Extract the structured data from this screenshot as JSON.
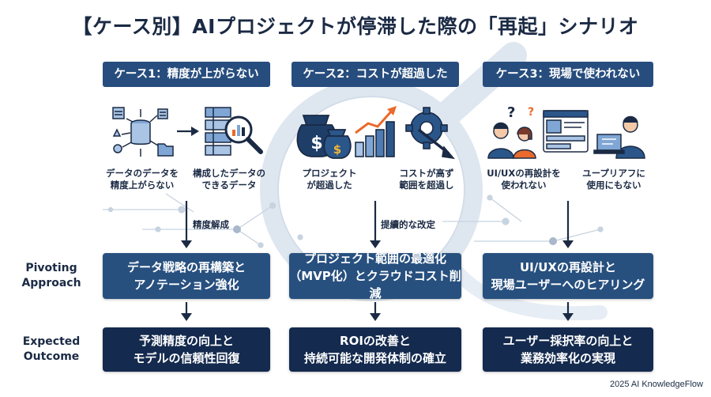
{
  "title": "【ケース別】AIプロジェクトが停滞した際の「再起」シナリオ",
  "cases": [
    {
      "header": "ケース1：精度が上がらない",
      "caption_left": [
        "データのデータを",
        "精度上がらない"
      ],
      "caption_right": [
        "構成したデータの",
        "できるデータ"
      ],
      "mid_label": "精度解成",
      "pivot": [
        "データ戦略の再構築と",
        "アノテーション強化"
      ],
      "outcome": [
        "予測精度の向上と",
        "モデルの信頼性回復"
      ]
    },
    {
      "header": "ケース2：コストが超過した",
      "caption_left": [
        "プロジェクト",
        "が超過した"
      ],
      "caption_right": [
        "コストが高ず",
        "範囲を超過し"
      ],
      "mid_label": "提續的な改定",
      "pivot": [
        "プロジェクト範囲の最適化",
        "（MVP化）とクラウドコスト削減"
      ],
      "outcome": [
        "ROIの改善と",
        "持続可能な開発体制の確立"
      ]
    },
    {
      "header": "ケース3：現場で使われない",
      "caption_left": [
        "UI/UXの再設計を",
        "使われない"
      ],
      "caption_right": [
        "ユープリアフに",
        "使用にもない"
      ],
      "pivot": [
        "UI/UXの再設計と",
        "現場ユーザーへのヒアリング"
      ],
      "outcome": [
        "ユーザー採択率の向上と",
        "業務効率化の実現"
      ]
    }
  ],
  "row_labels": {
    "pivot": [
      "Pivoting",
      "Approach"
    ],
    "outcome": [
      "Expected",
      "Outcome"
    ]
  },
  "footer": "2025 AI KnowledgeFlow",
  "colors": {
    "header_bg": "#274d7e",
    "pivot_bg": "#27507f",
    "outcome_bg": "#142a4e",
    "text_dark": "#1b2a44",
    "accent_orange": "#e96a2c"
  }
}
